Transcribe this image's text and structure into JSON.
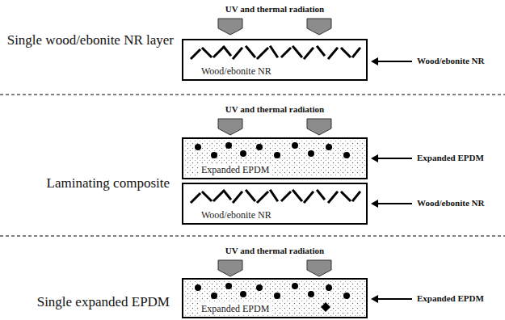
{
  "diagram": {
    "nodes": [
      {
        "text": [
          "Wood/ebonite NR"
        ]
      },
      {
        "text": [
          "Expanded EPDM"
        ]
      },
      {
        "text": [
          "Wood/ebonite NR"
        ]
      },
      {
        "text": [
          "Expanded EPDM"
        ]
      }
    ],
    "labels": [
      "UV and thermal radiation",
      "Single wood/ebonite NR layer",
      "Wood/ebonite NR",
      "UV and thermal radiation",
      "Laminating composite",
      "Expanded EPDM",
      "Wood/ebonite NR",
      "UV and thermal radiation",
      "Single expanded EPDM",
      "Expanded EPDM"
    ]
  }
}
